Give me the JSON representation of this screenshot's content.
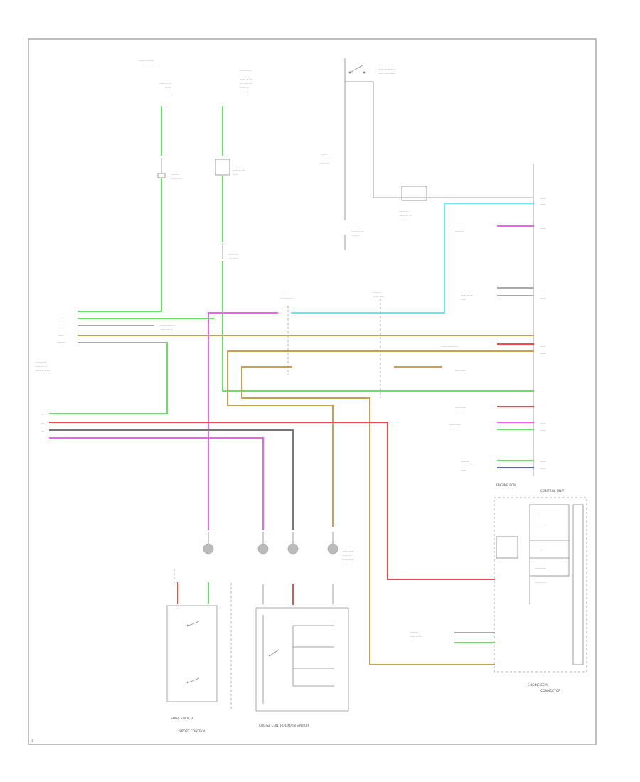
{
  "diagram": {
    "page_code": "1",
    "wire_colors": {
      "green": "#66e066",
      "cyan": "#66e8f0",
      "magenta": "#f060f0",
      "tan": "#c8a050",
      "red": "#f04a4a",
      "gray": "#777777",
      "blue": "#5060e0",
      "black": "#666666"
    },
    "labels": {
      "block_title_1": "SPORT CONTROL MODULE",
      "block_sub_1": "W/O SPORT",
      "right_module": "ENGINE ECM",
      "right_module_sub": "CONTROL UNIT",
      "bottom_left_caption_1": "SPORT CONTROL",
      "bottom_left_caption_2": "SHIFT SWITCH",
      "bottom_mid_caption": "CRUISE CONTROL MAIN SWITCH",
      "right_lower_caption_1": "ENGINE ECM",
      "right_lower_caption_2": "CONNECTOR",
      "left_connector_caption": "CLUSTER"
    }
  }
}
